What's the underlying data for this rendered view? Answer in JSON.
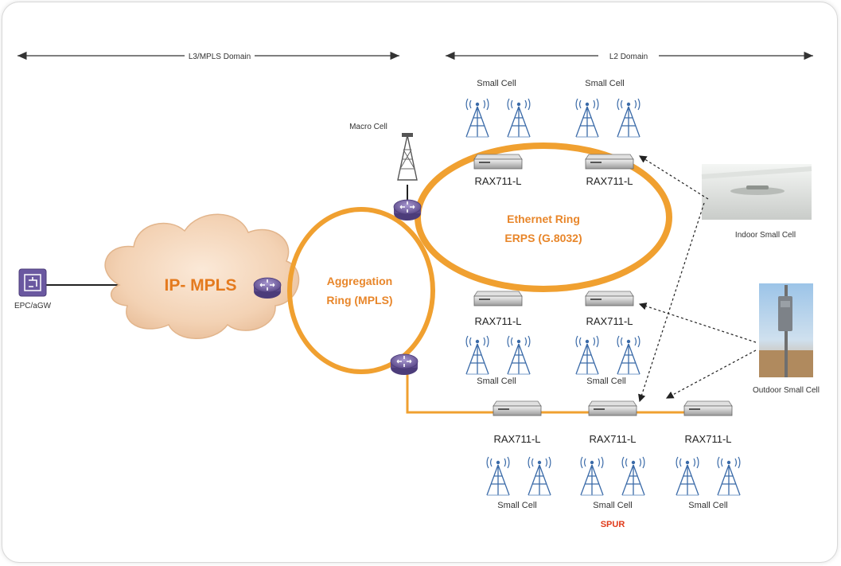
{
  "domains": {
    "l3": "L3/MPLS Domain",
    "l2": "L2 Domain"
  },
  "cloud_label": "IP- MPLS",
  "epc_label": "EPC/aGW",
  "macro_cell_label": "Macro Cell",
  "aggregation_ring": {
    "line1": "Aggregation",
    "line2": "Ring (MPLS)"
  },
  "ethernet_ring": {
    "line1": "Ethernet Ring",
    "line2": "ERPS (G.8032)"
  },
  "switch_label": "RAX711-L",
  "small_cell_label": "Small Cell",
  "indoor_label": "Indoor Small Cell",
  "outdoor_label": "Outdoor Small Cell",
  "spur_label": "SPUR",
  "colors": {
    "ring": "#f0a030",
    "router": "#7a68a8",
    "accent_text": "#e8862a",
    "spur_text": "#e03a1a"
  }
}
